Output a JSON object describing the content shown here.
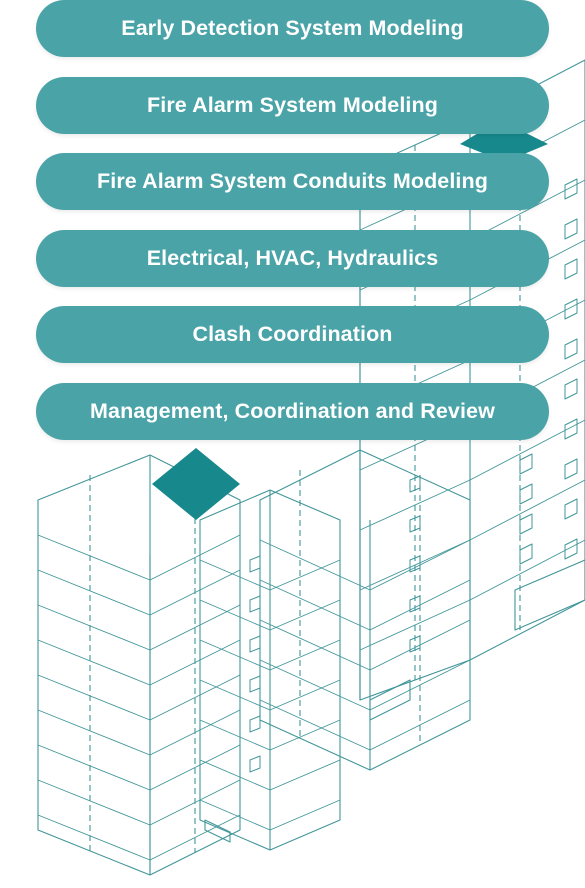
{
  "services": [
    {
      "label": "Early Detection System Modeling"
    },
    {
      "label": "Fire Alarm System Modeling"
    },
    {
      "label": "Fire Alarm System Conduits Modeling"
    },
    {
      "label": "Electrical, HVAC, Hydraulics"
    },
    {
      "label": "Clash Coordination"
    },
    {
      "label": "Management, Coordination and Review"
    }
  ],
  "colors": {
    "pill_background": "#4aa3a7",
    "pill_text": "#ffffff",
    "line_art": "#2e8b8f",
    "accent_fill": "#17898c"
  },
  "illustration": {
    "icon": "isometric-building-wireframe-icon"
  }
}
